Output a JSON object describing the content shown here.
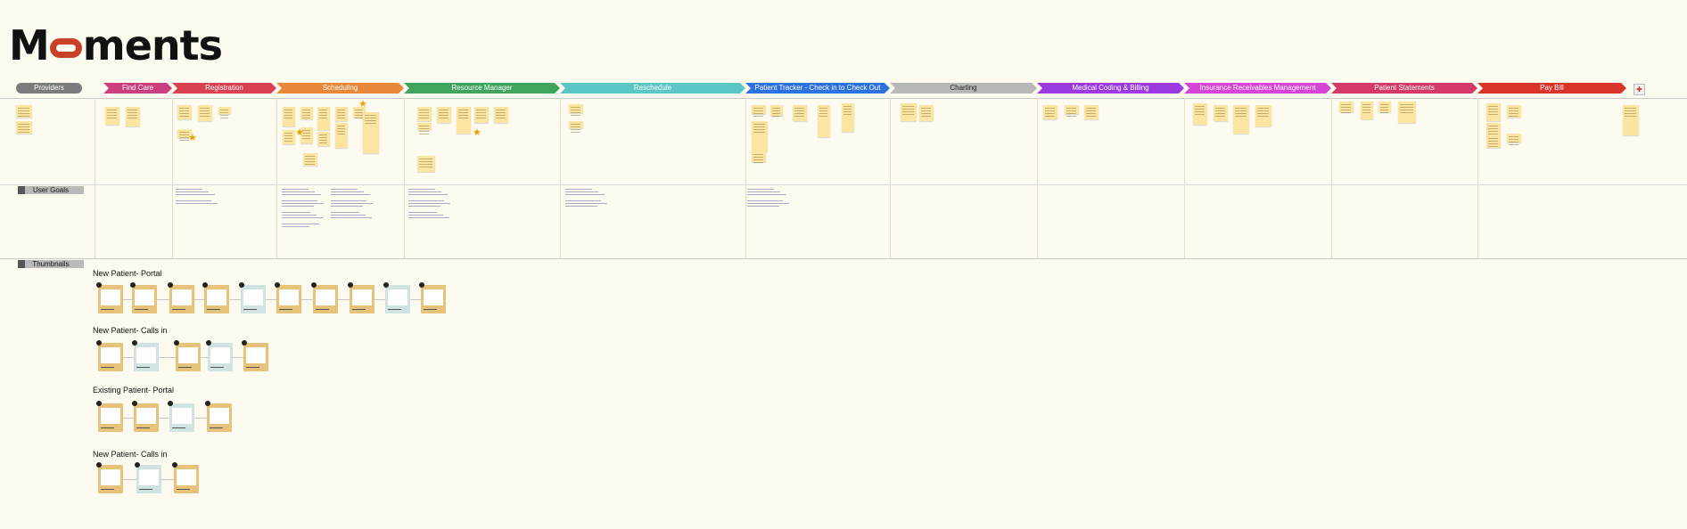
{
  "logo": {
    "left": "M",
    "right": "ments",
    "brand_color": "#c8412b"
  },
  "providers_label": "Providers",
  "stages": [
    {
      "label": "Find Care",
      "color": "#cc3f7f"
    },
    {
      "label": "Registration",
      "color": "#d84252"
    },
    {
      "label": "Scheduling",
      "color": "#e8883a"
    },
    {
      "label": "Resource Manager",
      "color": "#3fa55e"
    },
    {
      "label": "Reschedule",
      "color": "#5cc6c6"
    },
    {
      "label": "Patient Tracker - Check in to Check Out",
      "color": "#2b72e0"
    },
    {
      "label": "Charting",
      "color": "#b8b8b8"
    },
    {
      "label": "Medical Coding & Billing",
      "color": "#9a3ae0"
    },
    {
      "label": "Insurance Receivables Management",
      "color": "#d645d6"
    },
    {
      "label": "Patient Statements",
      "color": "#d33a68"
    },
    {
      "label": "Pay Bill",
      "color": "#d8342a"
    }
  ],
  "rows": {
    "user_goals": "User Goals",
    "thumbnails": "Thumbnails"
  },
  "flows": [
    {
      "title": "New Patient- Portal"
    },
    {
      "title": "New Patient- Calls in"
    },
    {
      "title": "Existing Patient- Portal"
    },
    {
      "title": "New Patient- Calls in"
    }
  ]
}
